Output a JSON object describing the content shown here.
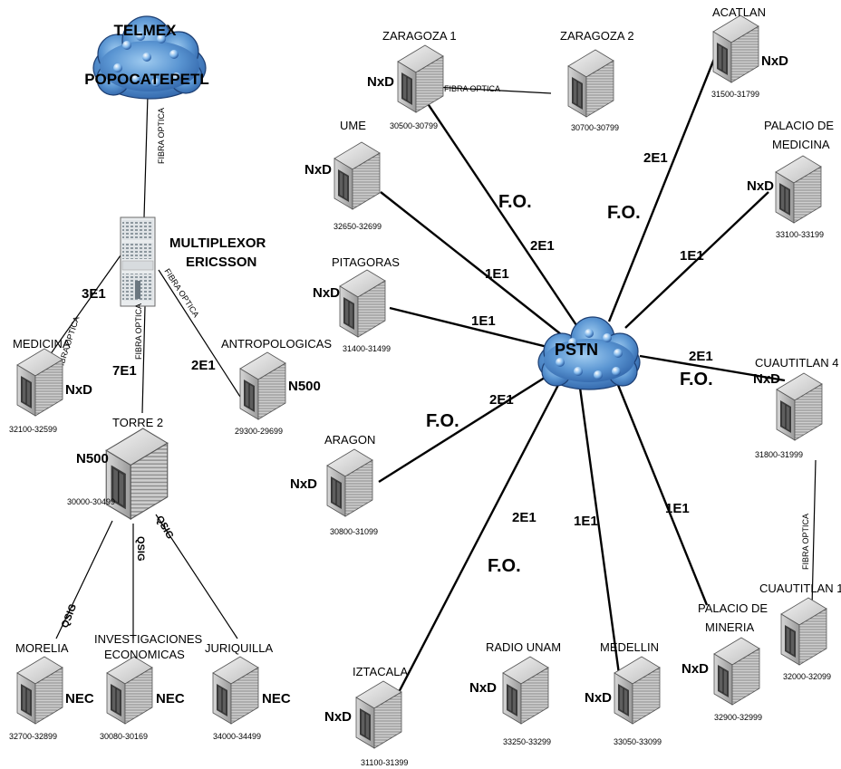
{
  "clouds": {
    "telmex": {
      "line1": "TELMEX",
      "line2": "POPOCATEPETL"
    },
    "pstn": {
      "label": "PSTN"
    }
  },
  "multiplexor": {
    "line1": "MULTIPLEXOR",
    "line2": "ERICSSON"
  },
  "nodes": {
    "zaragoza1": {
      "name": "ZARAGOZA 1",
      "range": "30500-30799",
      "vendor": "NxD"
    },
    "zaragoza2": {
      "name": "ZARAGOZA 2",
      "range": "30700-30799"
    },
    "acatlan": {
      "name": "ACATLAN",
      "range": "31500-31799",
      "vendor": "NxD"
    },
    "ume": {
      "name": "UME",
      "range": "32650-32699",
      "vendor": "NxD"
    },
    "palacio_medicina": {
      "name_line1": "PALACIO DE",
      "name_line2": "MEDICINA",
      "range": "33100-33199",
      "vendor": "NxD"
    },
    "pitagoras": {
      "name": "PITAGORAS",
      "range": "31400-31499",
      "vendor": "NxD"
    },
    "cuautitlan4": {
      "name": "CUAUTITLAN 4",
      "range": "31800-31999",
      "vendor": "NxD"
    },
    "aragon": {
      "name": "ARAGON",
      "range": "30800-31099",
      "vendor": "NxD"
    },
    "cuautitlan1": {
      "name": "CUAUTITLAN 1",
      "range": "32000-32099"
    },
    "palacio_mineria": {
      "name_line1": "PALACIO DE",
      "name_line2": "MINERIA",
      "range": "32900-32999",
      "vendor": "NxD"
    },
    "iztacala": {
      "name": "IZTACALA",
      "range": "31100-31399",
      "vendor": "NxD"
    },
    "radio_unam": {
      "name": "RADIO UNAM",
      "range": "33250-33299",
      "vendor": "NxD"
    },
    "medellin": {
      "name": "MEDELLIN",
      "range": "33050-33099",
      "vendor": "NxD"
    },
    "medicina": {
      "name": "MEDICINA",
      "range": "32100-32599",
      "vendor": "NxD"
    },
    "antropologicas": {
      "name": "ANTROPOLOGICAS",
      "range": "29300-29699",
      "vendor": "N500"
    },
    "torre2": {
      "name": "TORRE 2",
      "range": "30000-30499",
      "vendor": "N500"
    },
    "morelia": {
      "name": "MORELIA",
      "range": "32700-32899",
      "vendor": "NEC"
    },
    "investigaciones": {
      "name_line1": "INVESTIGACIONES",
      "name_line2": "ECONOMICAS",
      "range": "30080-30169",
      "vendor": "NEC"
    },
    "juriquilla": {
      "name": "JURIQUILLA",
      "range": "34000-34499",
      "vendor": "NEC"
    }
  },
  "links": {
    "fibra_optica": "FIBRA OPTICA",
    "fo": "F.O.",
    "e1_1": "1E1",
    "e1_2": "2E1",
    "e1_3": "3E1",
    "e1_7": "7E1",
    "qsig": "QSIG"
  }
}
